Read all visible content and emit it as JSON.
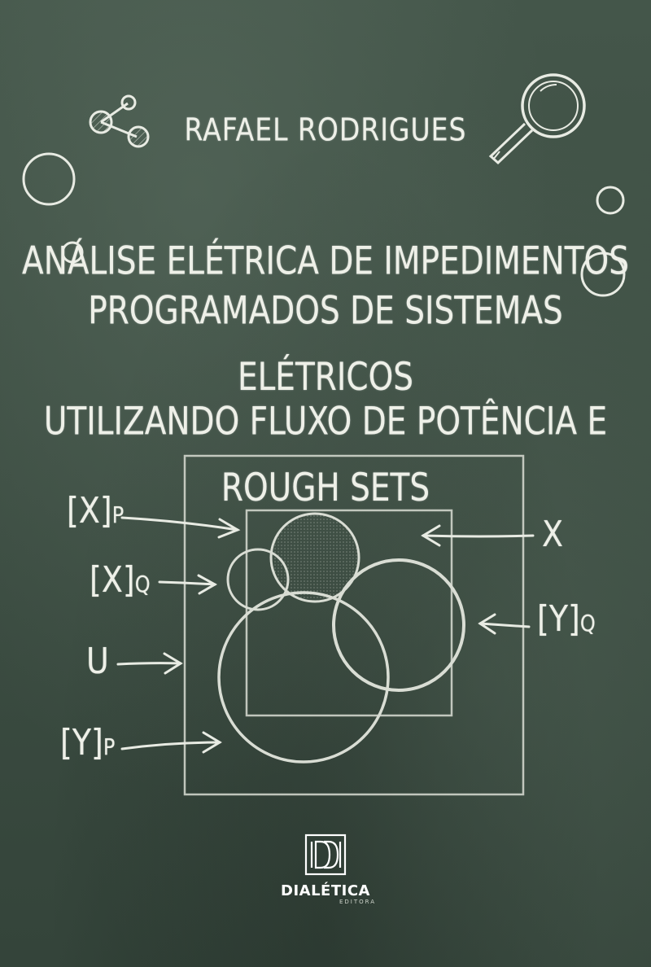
{
  "cover": {
    "author": "RAFAEL RODRIGUES",
    "title_lines": [
      "ANÁLISE ELÉTRICA DE IMPEDIMENTOS",
      "PROGRAMADOS DE SISTEMAS ELÉTRICOS",
      "UTILIZANDO FLUXO DE POTÊNCIA E ROUGH SETS"
    ],
    "background_color": "#3e4f43",
    "chalk_color": "#eef0e8"
  },
  "diagram": {
    "labels": {
      "xp_main": "[X]",
      "xp_sub": "P",
      "xq_main": "[X]",
      "xq_sub": "Q",
      "u": "U",
      "yp_main": "[Y]",
      "yp_sub": "P",
      "x": "X",
      "yq_main": "[Y]",
      "yq_sub": "Q"
    }
  },
  "doodles": {
    "icons": [
      "molecule-icon",
      "magnifier-icon",
      "bubble-icon"
    ]
  },
  "publisher": {
    "name": "DIALÉTICA",
    "subtitle": "EDITORA",
    "logo": "dialetica-logo-icon"
  }
}
